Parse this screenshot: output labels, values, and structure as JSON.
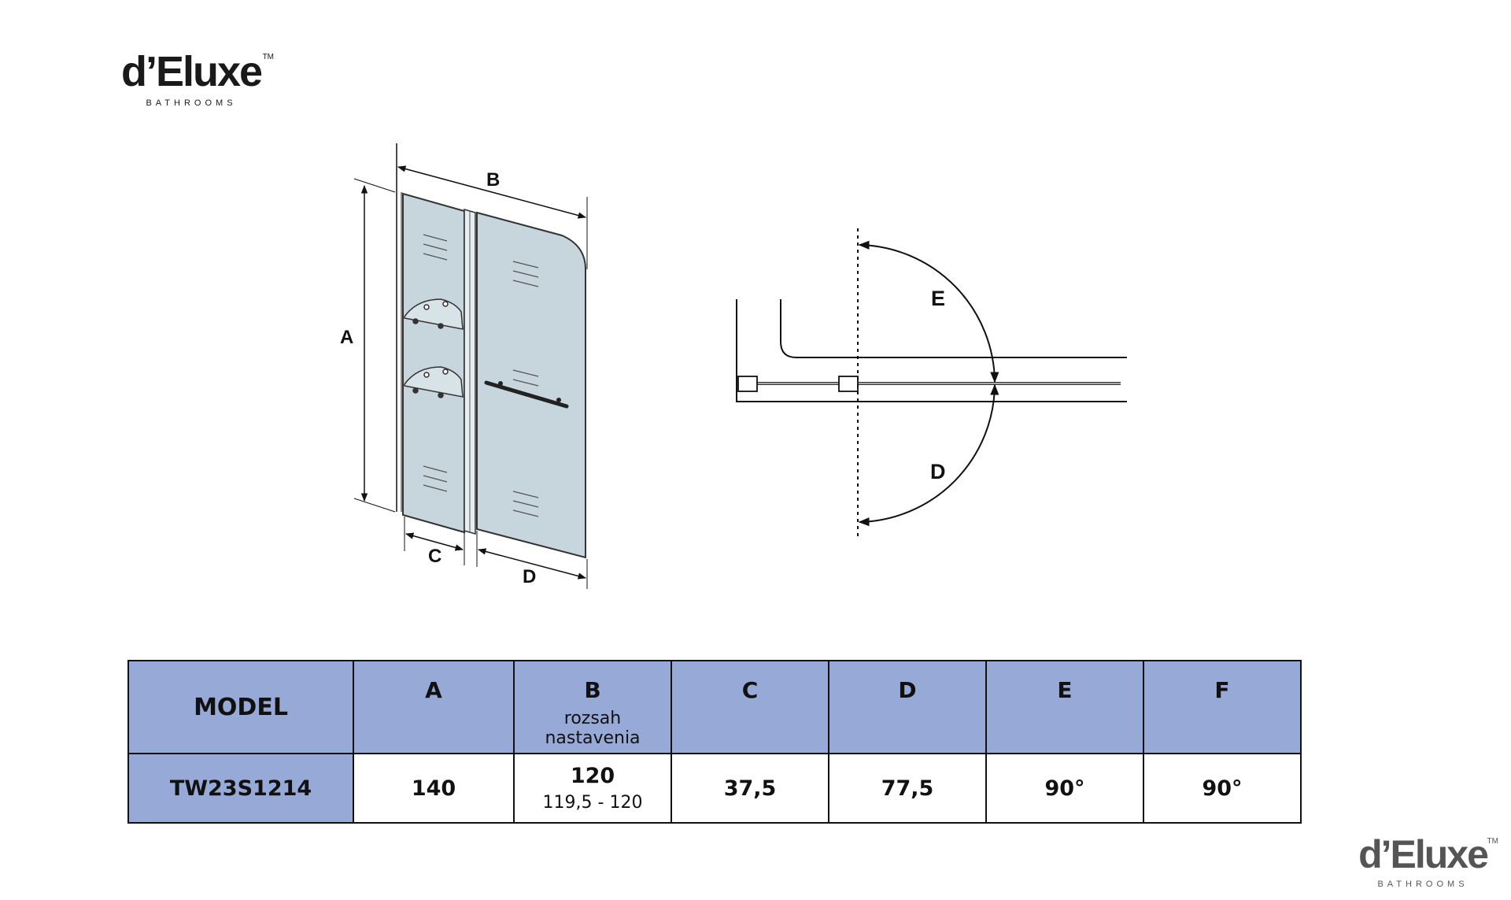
{
  "brand": {
    "name": "d’Eluxe",
    "trademark": "TM",
    "tagline": "BATHROOMS"
  },
  "front_view": {
    "labels": {
      "a": "A",
      "b": "B",
      "c": "C",
      "d": "D"
    }
  },
  "top_view": {
    "labels": {
      "e": "E",
      "d": "D"
    }
  },
  "spec_table": {
    "headers": {
      "model": "MODEL",
      "a": "A",
      "b": "B",
      "b_note": "rozsah nastavenia",
      "c": "C",
      "d": "D",
      "e": "E",
      "f": "F"
    },
    "row": {
      "model": "TW23S1214",
      "a": "140",
      "b": "120",
      "b_range": "119,5 - 120",
      "c": "37,5",
      "d": "77,5",
      "e": "90°",
      "f": "90°"
    }
  },
  "colors": {
    "glass": "#c6d6dc",
    "table_header": "#97a9d6"
  }
}
